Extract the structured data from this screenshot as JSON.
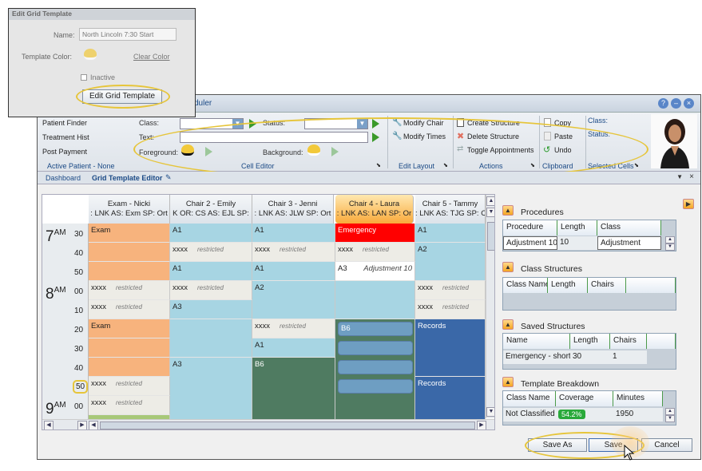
{
  "window": {
    "title_fragment": "duler",
    "window_controls": [
      "?",
      "–",
      "×"
    ]
  },
  "ribbon": {
    "left_items": [
      "Patient Finder",
      "Treatment Hist",
      "Post Payment",
      "Active Patient - None"
    ],
    "cell_editor": {
      "class_label": "Class:",
      "status_label": "Status:",
      "text_label": "Text:",
      "foreground_label": "Foreground:",
      "background_label": "Background:",
      "group_label": "Cell Editor"
    },
    "edit_layout": {
      "modify_chair": "Modify Chair",
      "modify_times": "Modify Times",
      "group_label": "Edit Layout"
    },
    "actions": {
      "create_structure": "Create Structure",
      "delete_structure": "Delete Structure",
      "toggle_appointments": "Toggle Appointments",
      "group_label": "Actions"
    },
    "clipboard": {
      "copy": "Copy",
      "paste": "Paste",
      "undo": "Undo",
      "group_label": "Clipboard"
    },
    "selected_cells": {
      "class_label": "Class:",
      "status_label": "Status:",
      "group_label": "Selected Cells"
    }
  },
  "tabs": [
    {
      "label": "Dashboard"
    },
    {
      "label": "Grid Template Editor"
    }
  ],
  "grid": {
    "columns": [
      {
        "title": "Exam - Nicki",
        "sub": ": LNK  AS: Exm  SP: Ort"
      },
      {
        "title": "Chair 2 - Emily",
        "sub": "K  OR: CS  AS: EJL  SP:"
      },
      {
        "title": "Chair 3 - Jenni",
        "sub": ": LNK  AS: JLW  SP: Ort"
      },
      {
        "title": "Chair 4 - Laura",
        "sub": ": LNK  AS: LAN  SP: Or"
      },
      {
        "title": "Chair 5 - Tammy",
        "sub": ": LNK  AS: TJG  SP: C"
      }
    ],
    "hours": [
      {
        "label": "7",
        "suffix": "AM"
      },
      {
        "label": "8",
        "suffix": "AM"
      },
      {
        "label": "9",
        "suffix": "AM"
      }
    ],
    "minutes": [
      "30",
      "40",
      "50",
      "00",
      "10",
      "20",
      "30",
      "40",
      "50",
      "00"
    ],
    "restricted": "restricted",
    "xxxx": "xxxx",
    "cells": {
      "exam": "Exam",
      "a1": "A1",
      "a2": "A2",
      "a3": "A3",
      "b6": "B6",
      "emergency": "Emergency",
      "records": "Records",
      "adjustment": "Adjustment 10"
    }
  },
  "panel": {
    "procedures": {
      "title": "Procedures",
      "headers": [
        "Procedure",
        "Length",
        "Class"
      ],
      "row": [
        "Adjustment 10",
        "10",
        "Adjustment"
      ]
    },
    "class_structures": {
      "title": "Class Structures",
      "headers": [
        "Class Name",
        "Length",
        "Chairs"
      ]
    },
    "saved_structures": {
      "title": "Saved Structures",
      "headers": [
        "Name",
        "Length",
        "Chairs"
      ],
      "row": [
        "Emergency - short",
        "30",
        "1"
      ]
    },
    "template_breakdown": {
      "title": "Template Breakdown",
      "headers": [
        "Class Name",
        "Coverage",
        "Minutes"
      ],
      "row": [
        "Not Classified",
        "54.2%",
        "1950"
      ]
    }
  },
  "footer": {
    "save_as": "Save As",
    "save": "Save",
    "cancel": "Cancel"
  },
  "dialog": {
    "title": "Edit Grid Template",
    "name_label": "Name:",
    "name_value": "North Lincoln 7:30 Start",
    "template_color_label": "Template Color:",
    "clear_color": "Clear Color",
    "inactive_label": "Inactive",
    "edit_button": "Edit Grid Template"
  },
  "colors": {
    "peach": "#f7b37d",
    "light_blue": "#a7d5e3",
    "red": "#ff0000",
    "dark_blue": "#3a68a8",
    "dark_green": "#4f7b61",
    "highlight": "#e6c53a",
    "coverage_badge": "#29a93a"
  }
}
